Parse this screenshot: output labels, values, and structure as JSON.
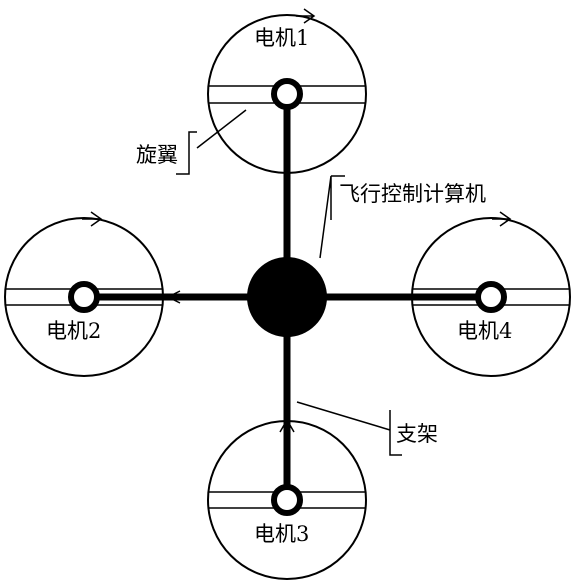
{
  "motors": {
    "m1": {
      "label": "电机1"
    },
    "m2": {
      "label": "电机2"
    },
    "m3": {
      "label": "电机3"
    },
    "m4": {
      "label": "电机4"
    }
  },
  "callouts": {
    "rotor": "旋翼",
    "flight_controller": "飞行控制计算机",
    "arm": "支架"
  }
}
